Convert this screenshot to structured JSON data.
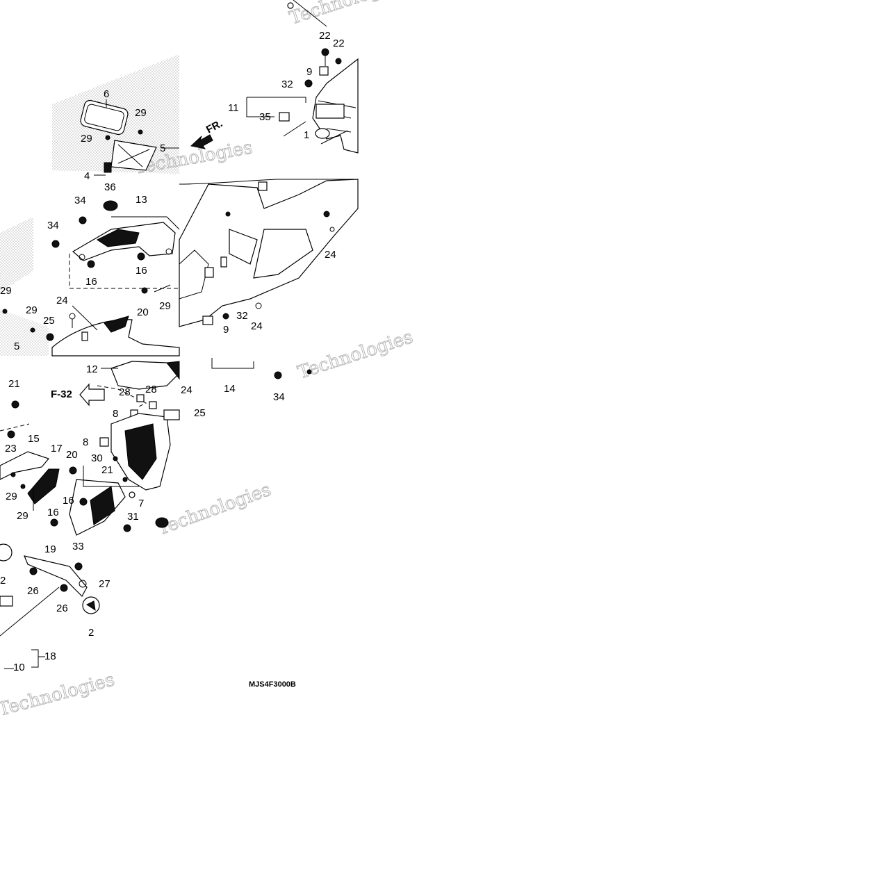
{
  "diagram": {
    "code": "MJS4F3000B",
    "direction_label": "FR.",
    "ref_label": "F-32",
    "watermark_text": "Technologies",
    "callouts": [
      "1",
      "2",
      "4",
      "5",
      "6",
      "7",
      "8",
      "9",
      "10",
      "11",
      "12",
      "13",
      "14",
      "15",
      "16",
      "17",
      "18",
      "19",
      "20",
      "21",
      "22",
      "23",
      "24",
      "25",
      "26",
      "27",
      "28",
      "29",
      "30",
      "31",
      "32",
      "33",
      "34",
      "35",
      "36"
    ]
  }
}
